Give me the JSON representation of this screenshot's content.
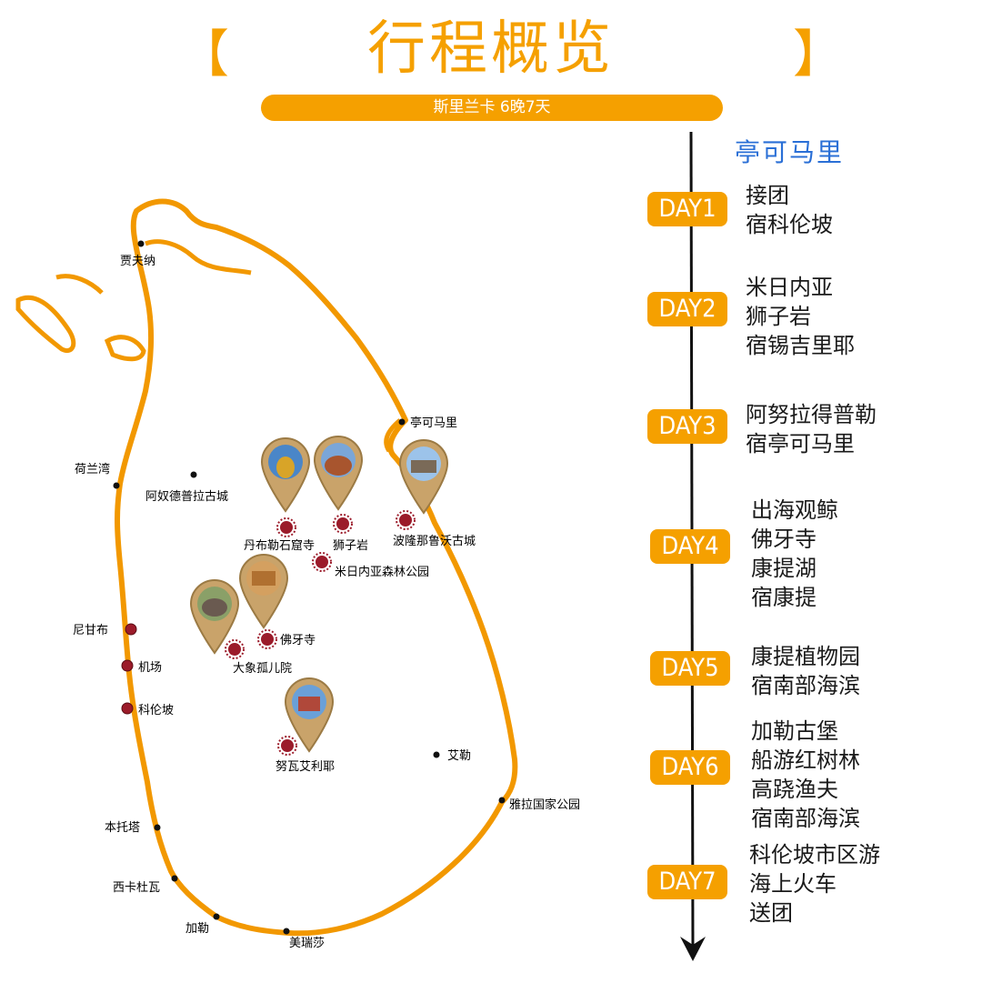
{
  "header": {
    "title": "行程概览",
    "bracket_left": "【",
    "bracket_right": "】",
    "subtitle": "斯里兰卡 6晚7天"
  },
  "colors": {
    "accent": "#f5a000",
    "route": "#f29800",
    "timeline_title": "#2a6fd6",
    "spot": "#9b1b2a"
  },
  "map": {
    "labels": {
      "jaffna": "贾夫纳",
      "trincomalee": "亭可马里",
      "dutch_bay": "荷兰湾",
      "anuradhapura": "阿奴德普拉古城",
      "dambulla": "丹布勒石窟寺",
      "sigiriya": "狮子岩",
      "polonnaruwa": "波隆那鲁沃古城",
      "minneriya": "米日内亚森林公园",
      "negombo": "尼甘布",
      "airport": "机场",
      "colombo": "科伦坡",
      "tooth_temple": "佛牙寺",
      "elephant": "大象孤儿院",
      "nuwara_eliya": "努瓦艾利耶",
      "ella": "艾勒",
      "yala": "雅拉国家公园",
      "bentota": "本托塔",
      "hikkaduwa": "西卡杜瓦",
      "galle": "加勒",
      "mirissa": "美瑞莎"
    }
  },
  "timeline": {
    "start": "亭可马里",
    "days": [
      {
        "badge": "DAY1",
        "items": [
          "接团",
          "宿科伦坡"
        ]
      },
      {
        "badge": "DAY2",
        "items": [
          "米日内亚",
          "狮子岩",
          "宿锡吉里耶"
        ]
      },
      {
        "badge": "DAY3",
        "items": [
          "阿努拉得普勒",
          "宿亭可马里"
        ]
      },
      {
        "badge": "DAY4",
        "items": [
          "出海观鲸",
          "佛牙寺",
          "康提湖",
          "宿康提"
        ]
      },
      {
        "badge": "DAY5",
        "items": [
          "康提植物园",
          "宿南部海滨"
        ]
      },
      {
        "badge": "DAY6",
        "items": [
          "加勒古堡",
          "船游红树林",
          "高跷渔夫",
          "宿南部海滨"
        ]
      },
      {
        "badge": "DAY7",
        "items": [
          "科伦坡市区游",
          "海上火车",
          "送团"
        ]
      }
    ]
  }
}
